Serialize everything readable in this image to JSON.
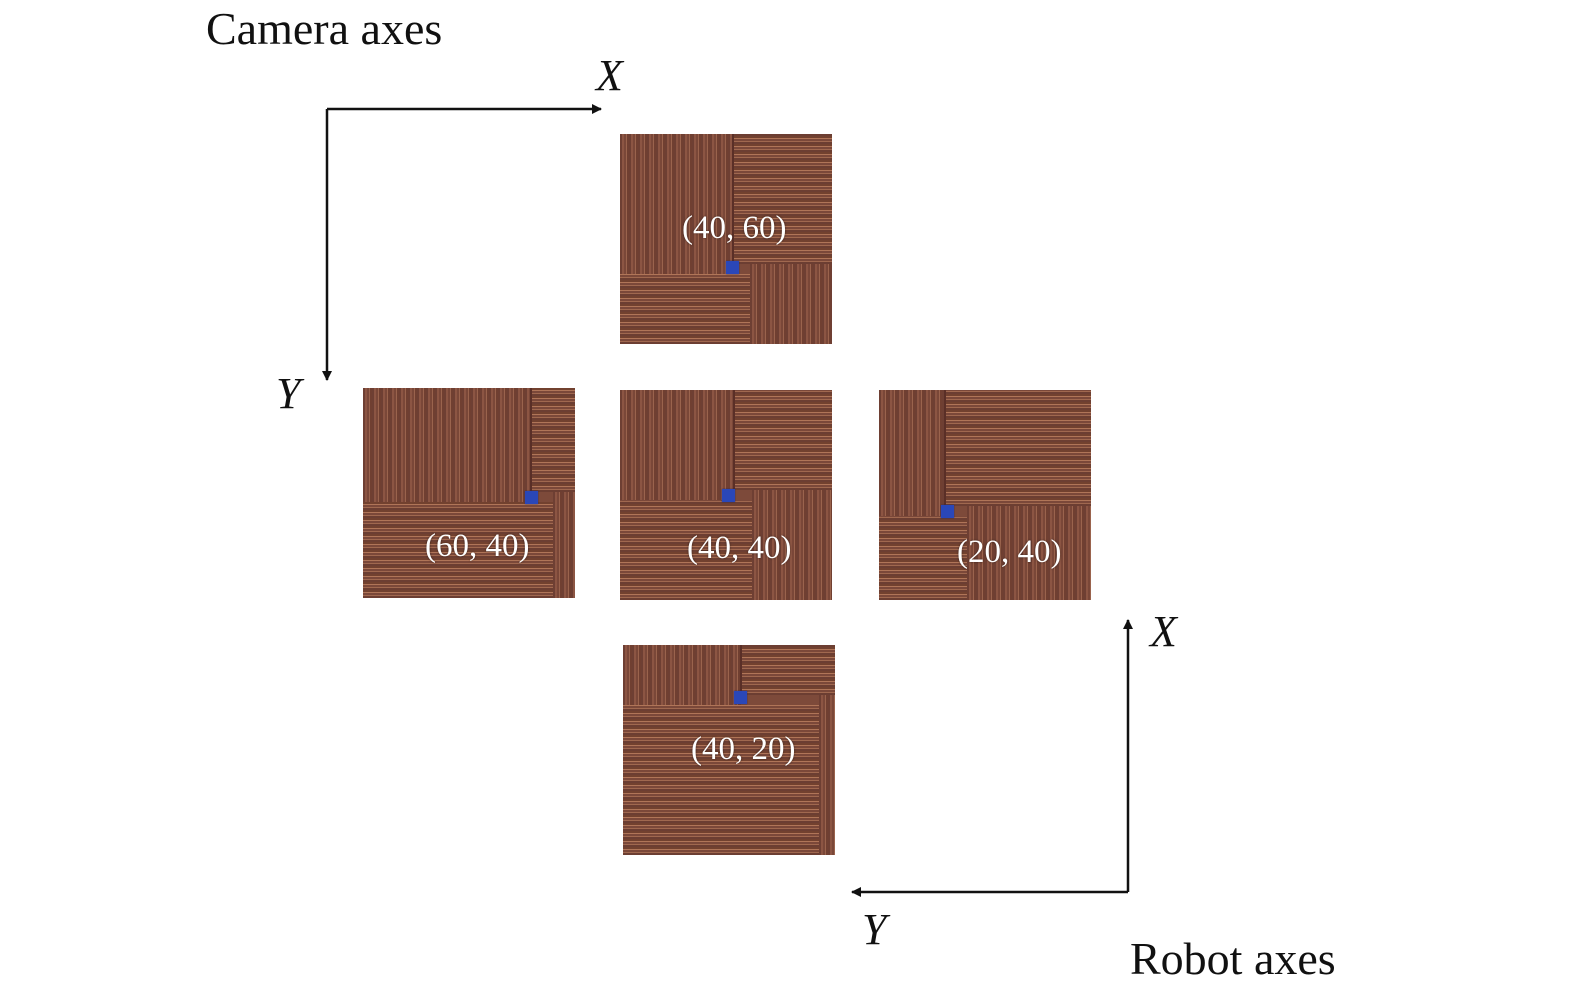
{
  "camera_axes": {
    "title": "Camera axes",
    "x_label": "X",
    "y_label": "Y"
  },
  "robot_axes": {
    "title": "Robot axes",
    "x_label": "X",
    "y_label": "Y"
  },
  "tiles": {
    "top": {
      "label": "(40, 60)"
    },
    "left": {
      "label": "(60, 40)"
    },
    "center": {
      "label": "(40, 40)"
    },
    "right": {
      "label": "(20, 40)"
    },
    "bottom": {
      "label": "(40, 20)"
    }
  },
  "colors": {
    "marker": "#2a47b8",
    "tile": "#7d4a3a",
    "axis": "#111111",
    "label": "#ffffff"
  }
}
